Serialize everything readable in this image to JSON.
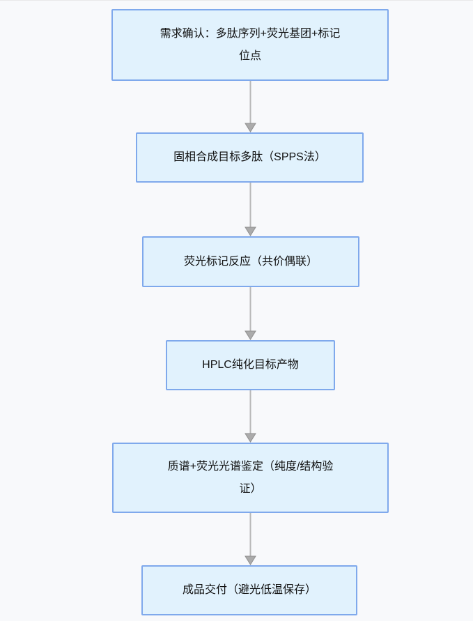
{
  "page": {
    "background_color": "#f8f9fb"
  },
  "flowchart": {
    "direction": "top-to-bottom",
    "node_fill_color": "#e1f2fd",
    "node_border_color": "#7fa9ec",
    "node_text_color": "#111111",
    "arrow_line_color": "#b8b8b8",
    "arrowhead_fill_color": "#ababab",
    "arrowhead_stroke_color": "#8f8f8f",
    "nodes": [
      {
        "id": "node-1",
        "label": "需求确认：多肽序列+荧光基团+标记位点"
      },
      {
        "id": "node-2",
        "label": "固相合成目标多肽（SPPS法）"
      },
      {
        "id": "node-3",
        "label": "荧光标记反应（共价偶联）"
      },
      {
        "id": "node-4",
        "label": "HPLC纯化目标产物"
      },
      {
        "id": "node-5",
        "label": "质谱+荧光光谱鉴定（纯度/结构验证）"
      },
      {
        "id": "node-6",
        "label": "成品交付（避光低温保存）"
      }
    ],
    "edges": [
      {
        "from": "node-1",
        "to": "node-2"
      },
      {
        "from": "node-2",
        "to": "node-3"
      },
      {
        "from": "node-3",
        "to": "node-4"
      },
      {
        "from": "node-4",
        "to": "node-5"
      },
      {
        "from": "node-5",
        "to": "node-6"
      }
    ]
  }
}
